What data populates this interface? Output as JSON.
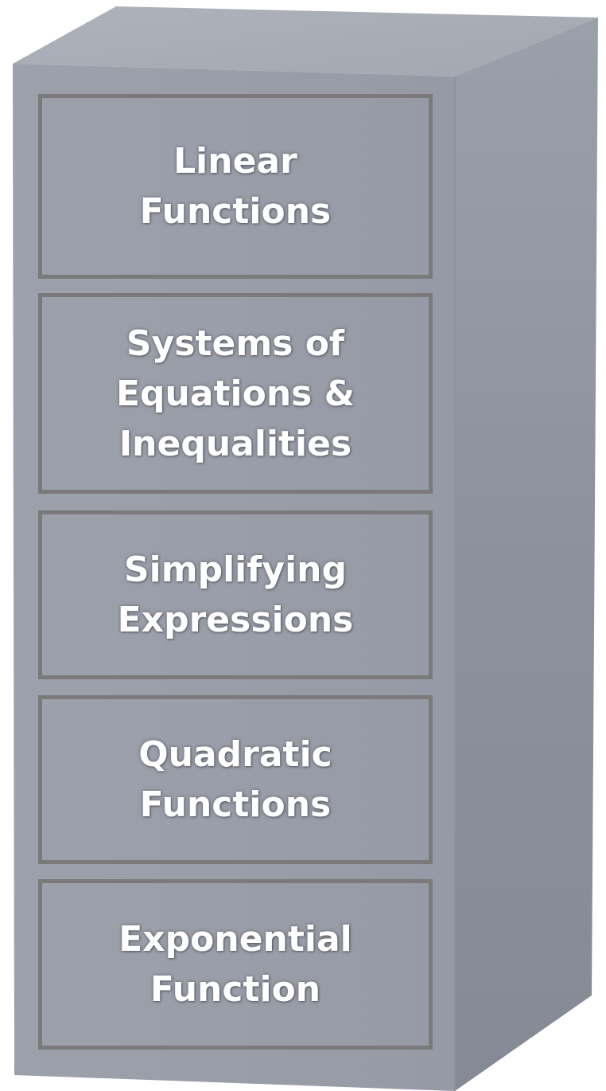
{
  "cabinet": {
    "colors": {
      "front": "#9a9ea9",
      "side": "#8a8e99",
      "top": "#a9adb6",
      "drawer_border": "#7a7a7a",
      "label": "#ffffff"
    },
    "drawers": [
      {
        "label": "Linear\nFunctions"
      },
      {
        "label": "Systems of\nEquations &\nInequalities"
      },
      {
        "label": "Simplifying\nExpressions"
      },
      {
        "label": "Quadratic\nFunctions"
      },
      {
        "label": "Exponential\nFunction"
      }
    ]
  }
}
